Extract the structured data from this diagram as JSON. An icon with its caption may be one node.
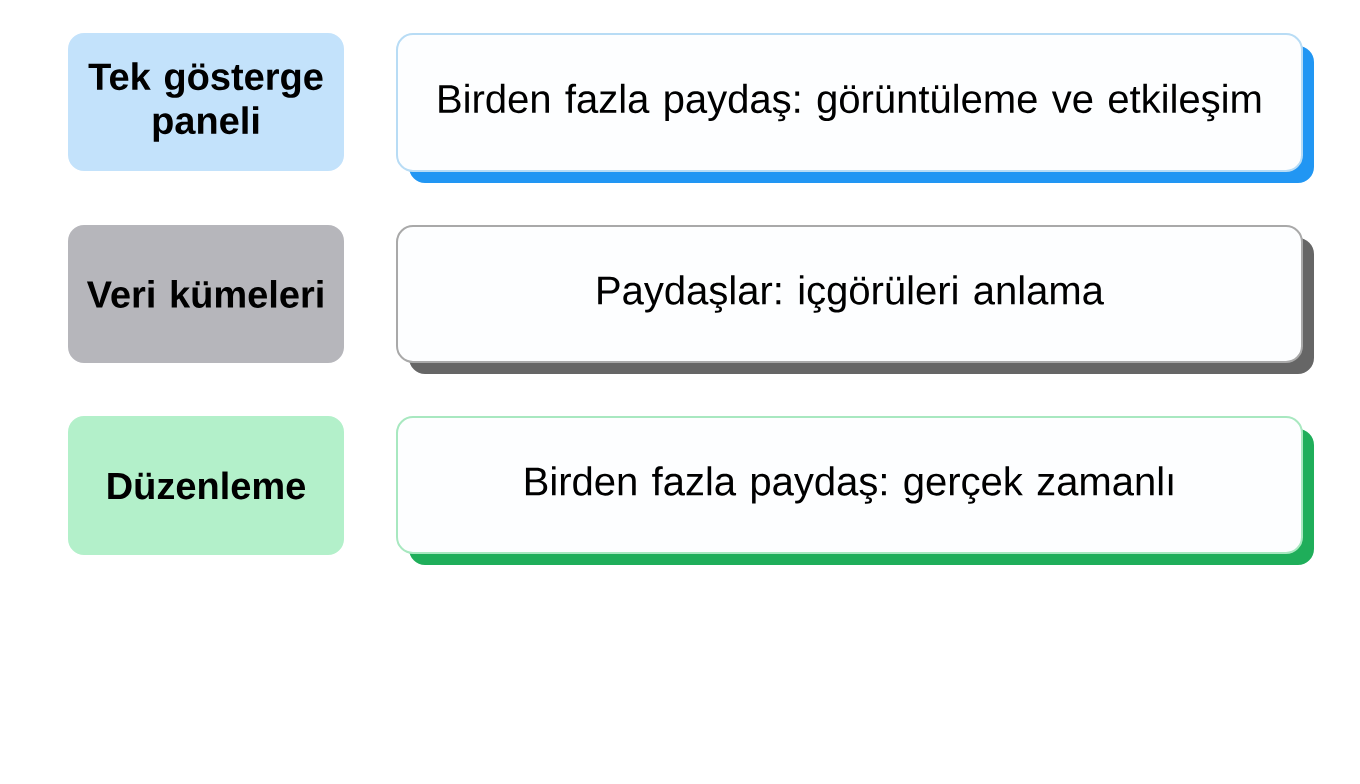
{
  "diagram": {
    "nodes": [
      {
        "text": [
          "Tek gösterge paneli"
        ]
      },
      {
        "text": [
          "Birden fazla paydaş: görüntüleme ve etkileşim"
        ]
      },
      {
        "text": [
          "Veri kümeleri"
        ]
      },
      {
        "text": [
          "Paydaşlar: içgörüleri anlama"
        ]
      },
      {
        "text": [
          "Düzenleme"
        ]
      },
      {
        "text": [
          "Birden fazla paydaş: gerçek zamanlı"
        ]
      }
    ]
  }
}
